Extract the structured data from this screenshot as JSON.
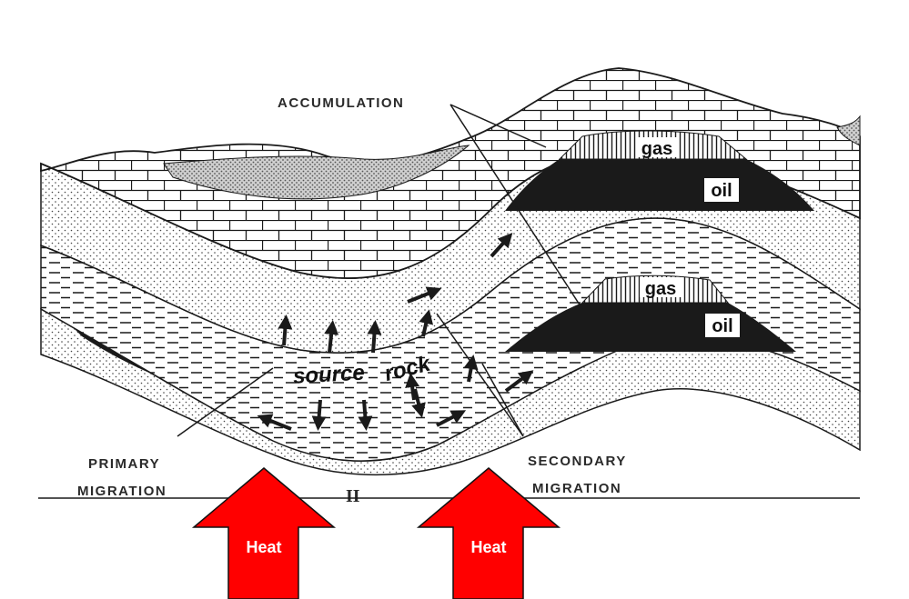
{
  "labels": {
    "accumulation": "ACCUMULATION",
    "gas_upper": "gas",
    "oil_upper": "oil",
    "gas_lower": "gas",
    "oil_lower": "oil",
    "source_word1": "source",
    "source_word2": "rock",
    "primary_line1": "PRIMARY",
    "primary_line2": "MIGRATION",
    "secondary_line1": "SECONDARY",
    "secondary_line2": "MIGRATION",
    "figure_mark": "II",
    "heat_left": "Heat",
    "heat_right": "Heat"
  },
  "colors": {
    "ink": "#1a1a1a",
    "heat_arrow": "#ff0000",
    "sand_dots": "#555555"
  }
}
